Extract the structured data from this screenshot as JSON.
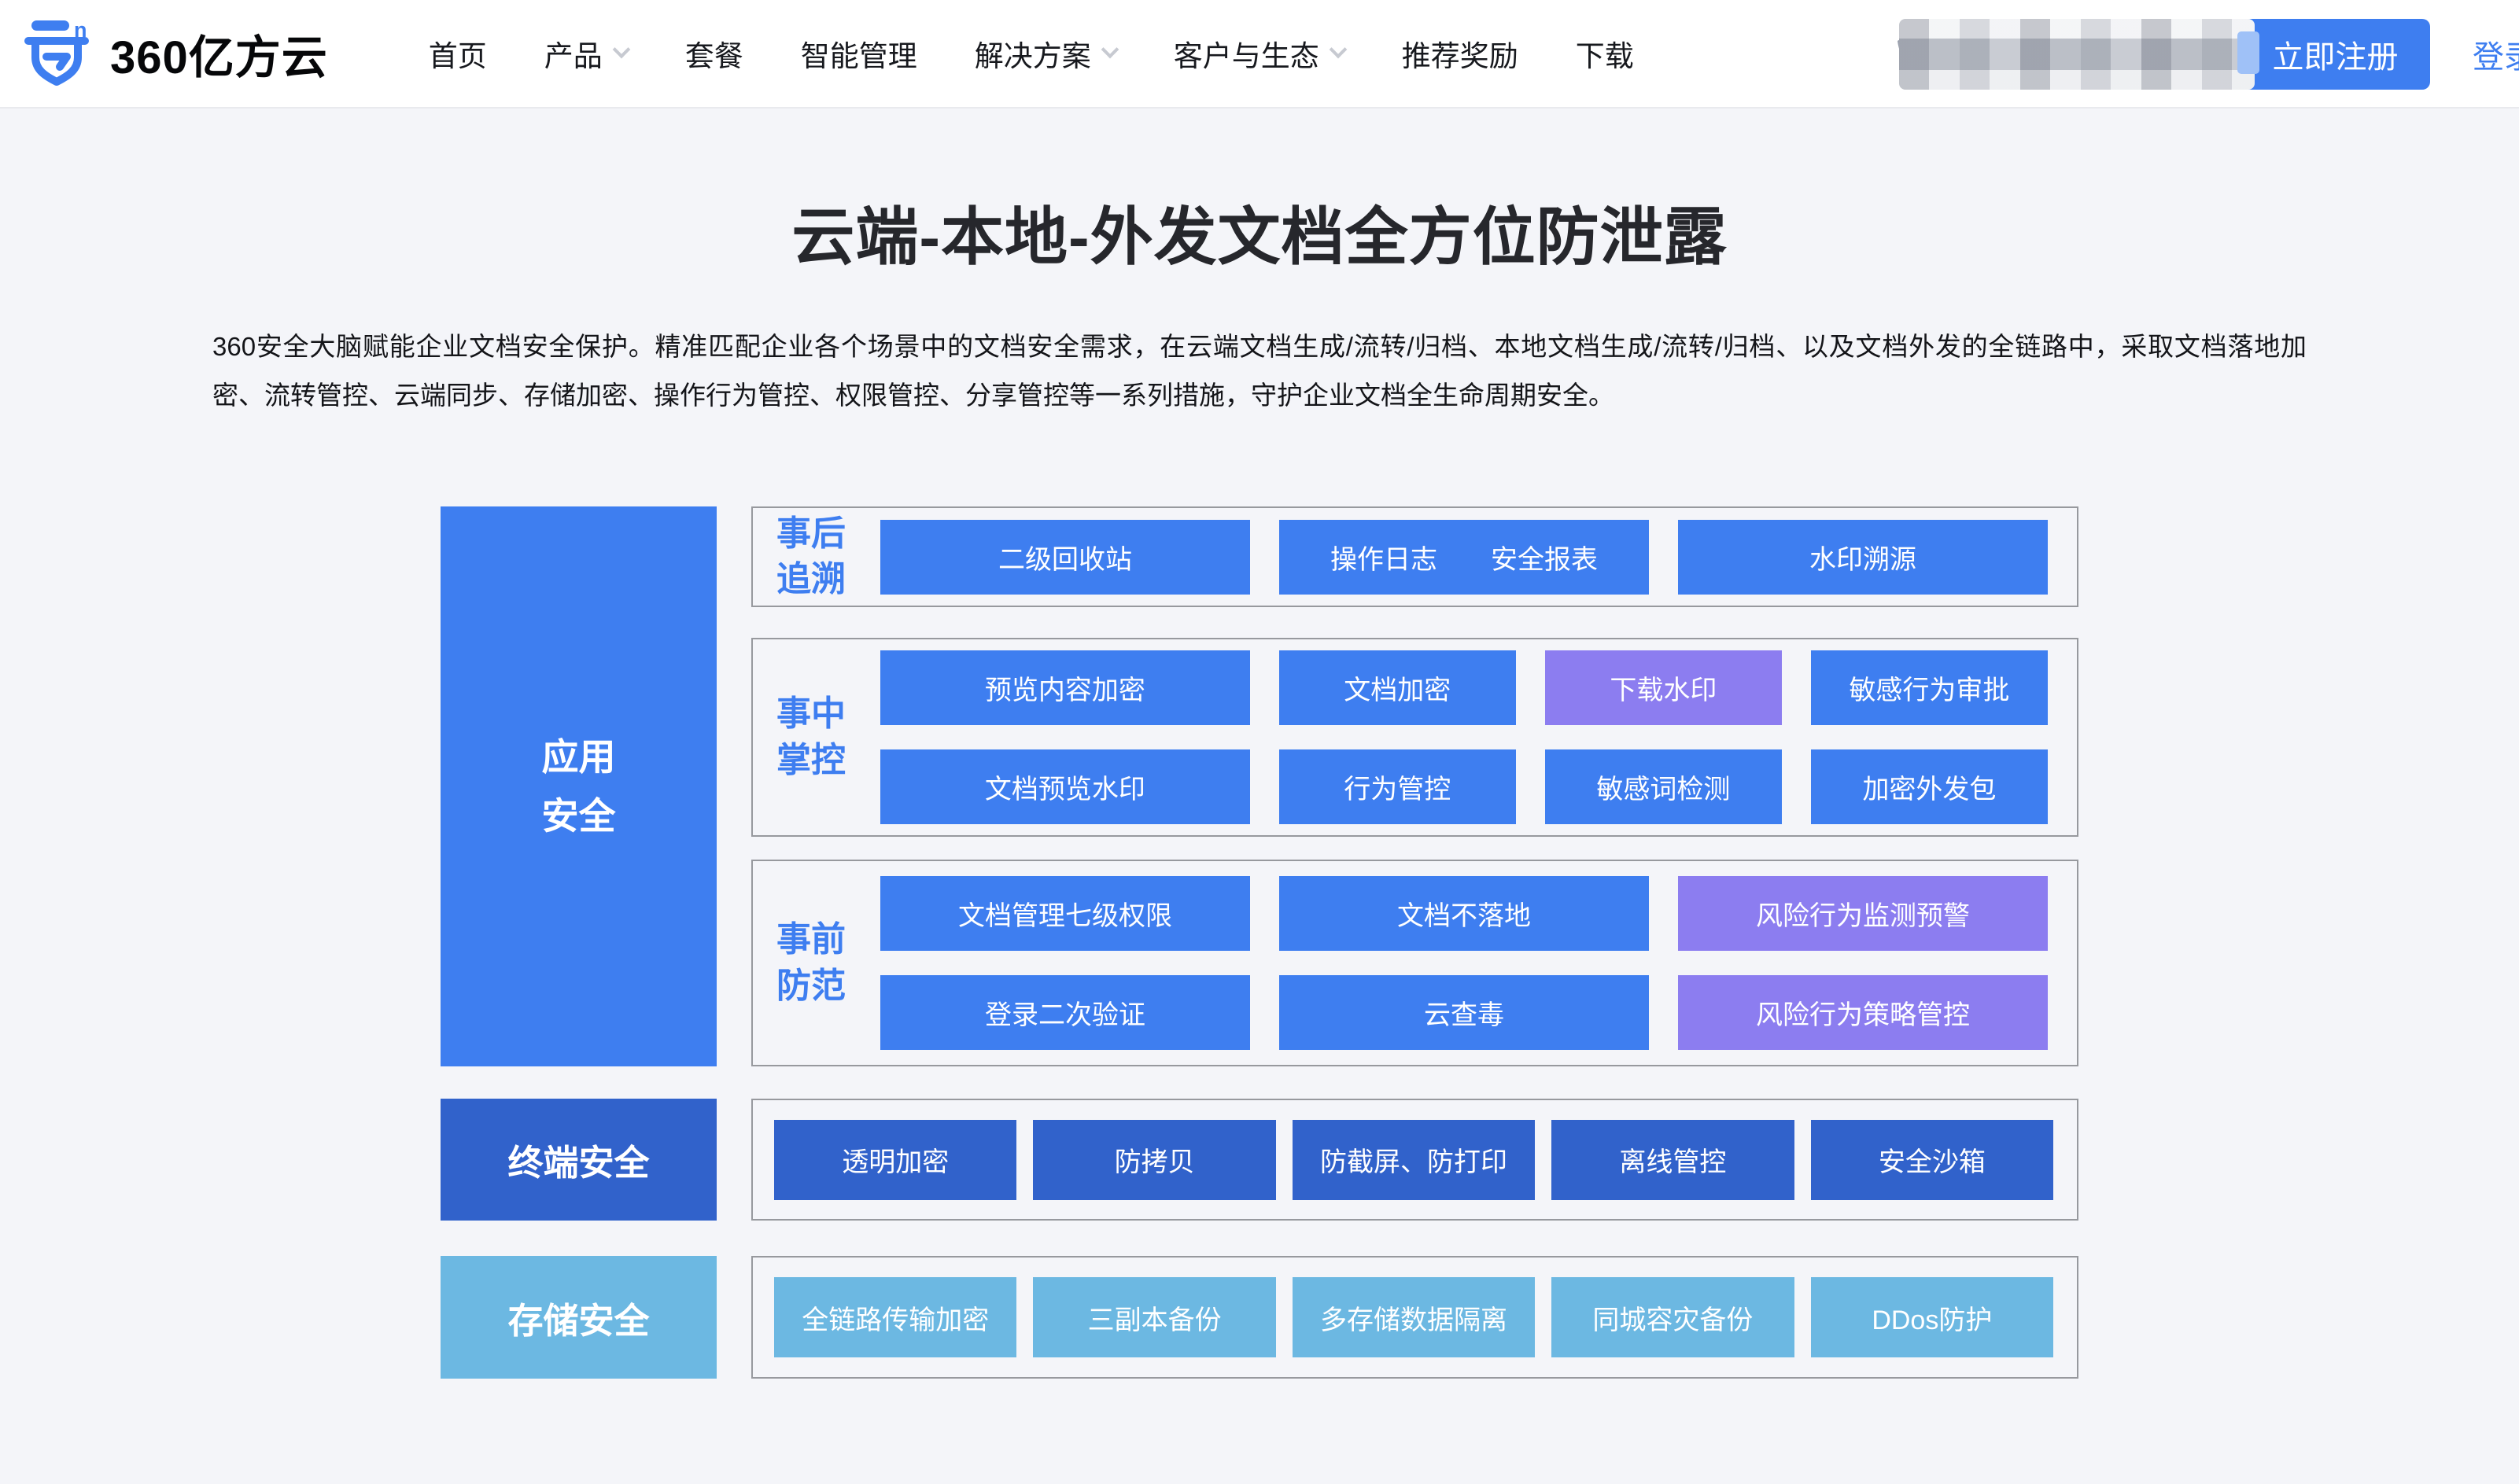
{
  "nav": {
    "logo": {
      "text": "360亿方云"
    },
    "items": [
      {
        "label": "首页",
        "has_dropdown": false
      },
      {
        "label": "产品",
        "has_dropdown": true
      },
      {
        "label": "套餐",
        "has_dropdown": false
      },
      {
        "label": "智能管理",
        "has_dropdown": false
      },
      {
        "label": "解决方案",
        "has_dropdown": true
      },
      {
        "label": "客户与生态",
        "has_dropdown": true
      },
      {
        "label": "推荐奖励",
        "has_dropdown": false
      },
      {
        "label": "下载",
        "has_dropdown": false
      }
    ],
    "register_button": "立即注册",
    "login_link": "登录"
  },
  "hero": {
    "title": "云端-本地-外发文档全方位防泄露",
    "description": "360安全大脑赋能企业文档安全保护。精准匹配企业各个场景中的文档安全需求，在云端文档生成/流转/归档、本地文档生成/流转/归档、以及文档外发的全链路中，采取文档落地加密、流转管控、云端同步、存储加密、操作行为管控、权限管控、分享管控等一系列措施，守护企业文档全生命周期安全。"
  },
  "diagram": {
    "left_groups": [
      {
        "label": "应用安全"
      },
      {
        "label": "终端安全"
      },
      {
        "label": "存储安全"
      }
    ],
    "rows": [
      {
        "side_label": "事后追溯",
        "boxes": [
          "二级回收站",
          "操作日志　　安全报表",
          "水印溯源"
        ]
      },
      {
        "side_label": "事中掌控",
        "line1": [
          "预览内容加密",
          "文档加密",
          "下载水印",
          "敏感行为审批"
        ],
        "line2": [
          "文档预览水印",
          "行为管控",
          "敏感词检测",
          "加密外发包"
        ]
      },
      {
        "side_label": "事前防范",
        "line1": [
          "文档管理七级权限",
          "文档不落地",
          "风险行为监测预警"
        ],
        "line2": [
          "登录二次验证",
          "云查毒",
          "风险行为策略管控"
        ]
      },
      {
        "boxes": [
          "透明加密",
          "防拷贝",
          "防截屏、防打印",
          "离线管控",
          "安全沙箱"
        ]
      },
      {
        "boxes": [
          "全链路传输加密",
          "三副本备份",
          "多存储数据隔离",
          "同城容灾备份",
          "DDos防护"
        ]
      }
    ]
  },
  "colors": {
    "primary_blue": "#3E7EF0",
    "dark_blue": "#3162CB",
    "light_blue": "#6CB8E2",
    "purple": "#8C7DF0",
    "page_bg": "#F4F5F9",
    "panel_border": "#97999E"
  }
}
